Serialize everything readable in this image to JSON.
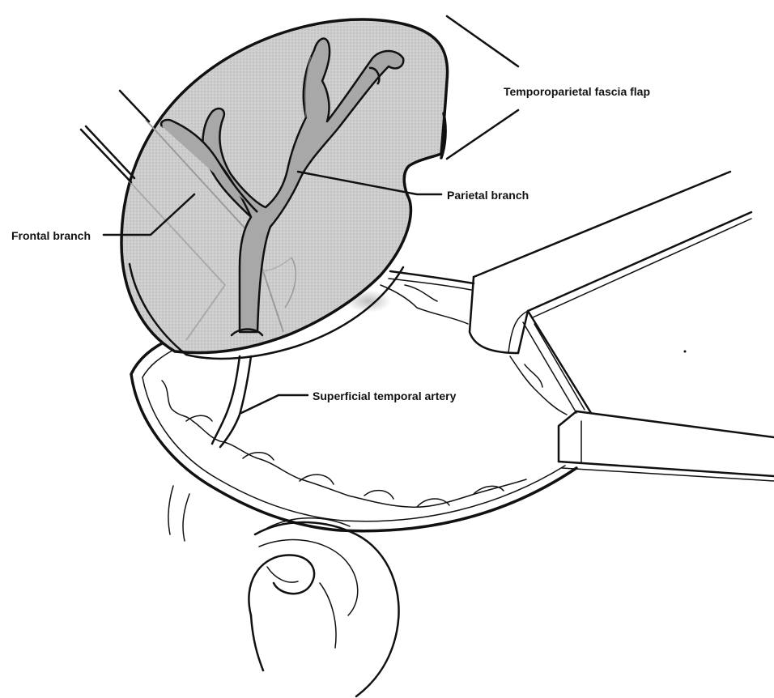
{
  "labels": {
    "flap": "Temporoparietal fascia flap",
    "parietal": "Parietal branch",
    "frontal": "Frontal branch",
    "sta": "Superficial temporal artery"
  },
  "colors": {
    "ink": "#111111",
    "flap_fill": "#cfcfcf",
    "vessel_fill": "#9a9a9a",
    "background": "#ffffff"
  }
}
